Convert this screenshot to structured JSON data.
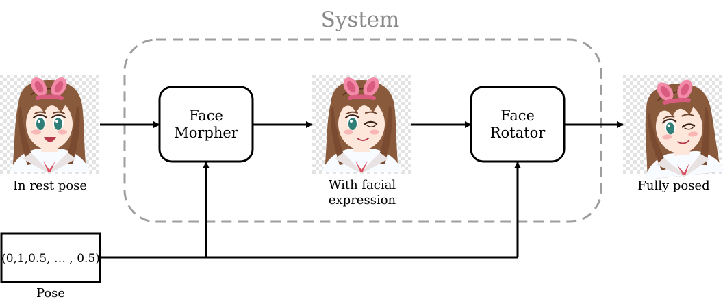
{
  "system": {
    "title": "System"
  },
  "blocks": {
    "face_morpher": [
      "Face",
      "Morpher"
    ],
    "face_rotator": [
      "Face",
      "Rotator"
    ]
  },
  "images": {
    "rest_pose": {
      "caption_lines": [
        "In rest pose"
      ],
      "expression": "open-smile"
    },
    "facial_expression": {
      "caption_lines": [
        "With facial",
        "expression"
      ],
      "expression": "wink"
    },
    "fully_posed": {
      "caption_lines": [
        "Fully posed"
      ],
      "expression": "wink-turned"
    }
  },
  "pose": {
    "vector": "(0,1,0.5, … , 0.5)",
    "label": "Pose"
  },
  "colors": {
    "stroke": "#000000",
    "system_border": "#9e9e9e",
    "system_title": "#8a8a8a",
    "hair": "#8a5a3c",
    "hair_dark": "#5b3522",
    "skin": "#fde7da",
    "ribbon": "#f28aa8",
    "ribbon_dark": "#d95b80",
    "eye": "#2f7f78",
    "blush": "#f6a6a8",
    "collar": "#e8e2e2",
    "tie": "#d94f5f",
    "checker": "#e3e3e3"
  }
}
